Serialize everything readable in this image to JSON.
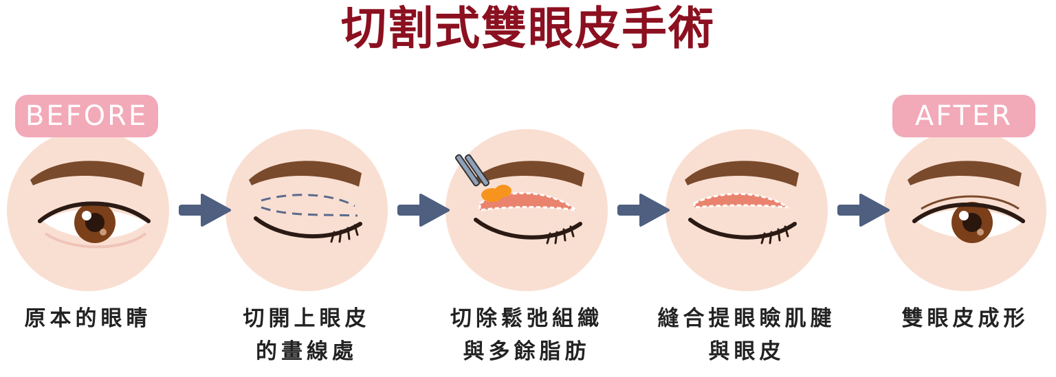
{
  "title": "切割式雙眼皮手術",
  "badges": {
    "before": "BEFORE",
    "after": "AFTER"
  },
  "steps": [
    {
      "lines": [
        "原本的眼睛",
        ""
      ]
    },
    {
      "lines": [
        "切開上眼皮",
        "的畫線處"
      ]
    },
    {
      "lines": [
        "切除鬆弛組織",
        "與多餘脂肪"
      ]
    },
    {
      "lines": [
        "縫合提眼瞼肌腱",
        "與眼皮"
      ]
    },
    {
      "lines": [
        "雙眼皮成形",
        ""
      ]
    }
  ],
  "colors": {
    "title": "#8b1020",
    "circle": "#f9dfd2",
    "badge": "#f2a9b8",
    "arrow": "#4e5f80",
    "brow": "#7a4a2c",
    "iris": "#7b3f1a",
    "fat": "#f7941d",
    "incision": "#e9836e",
    "dash": "#5a6a8c"
  }
}
